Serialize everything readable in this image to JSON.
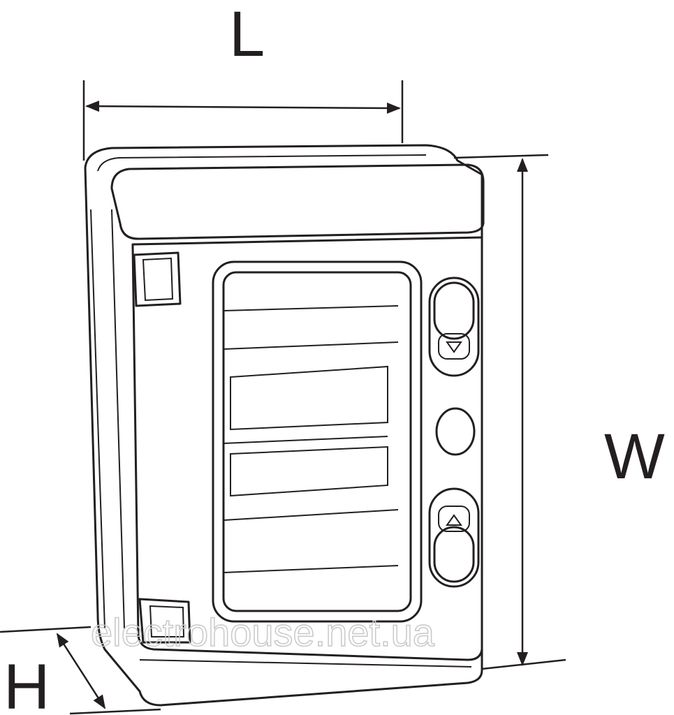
{
  "dimensions": {
    "length_label": "L",
    "width_label": "W",
    "height_label": "H"
  },
  "watermark": "electrohouse.net.ua",
  "colors": {
    "line": "#231f20",
    "watermark": "#c8c8c8"
  }
}
